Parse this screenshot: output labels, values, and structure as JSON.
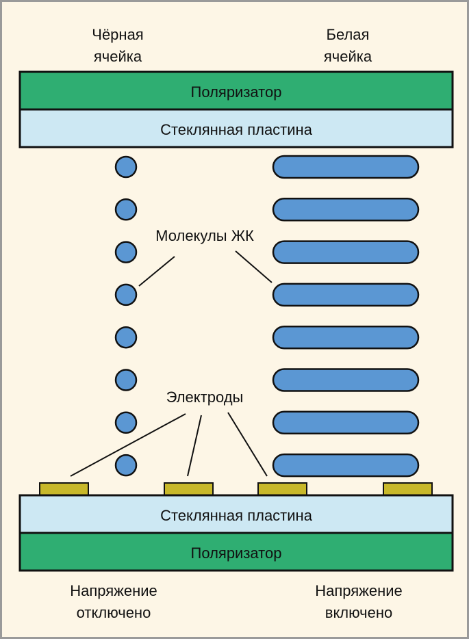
{
  "labels": {
    "black_cell_line1": "Чёрная",
    "black_cell_line2": "ячейка",
    "white_cell_line1": "Белая",
    "white_cell_line2": "ячейка",
    "polarizer_top": "Поляризатор",
    "glass_top": "Стеклянная пластина",
    "lc_molecules": "Молекулы ЖК",
    "electrodes": "Электроды",
    "glass_bottom": "Стеклянная пластина",
    "polarizer_bottom": "Поляризатор",
    "voltage_off_line1": "Напряжение",
    "voltage_off_line2": "отключено",
    "voltage_on_line1": "Напряжение",
    "voltage_on_line2": "включено"
  },
  "colors": {
    "background": "#fdf6e6",
    "frame": "#9a9a9a",
    "polarizer": "#2fae72",
    "glass": "#cde8f3",
    "molecule": "#5b97d3",
    "electrode": "#c8b82a",
    "outline": "#111111"
  },
  "molecules": {
    "black_cell_count": 8,
    "white_cell_count": 8
  },
  "electrodes_count": 4
}
